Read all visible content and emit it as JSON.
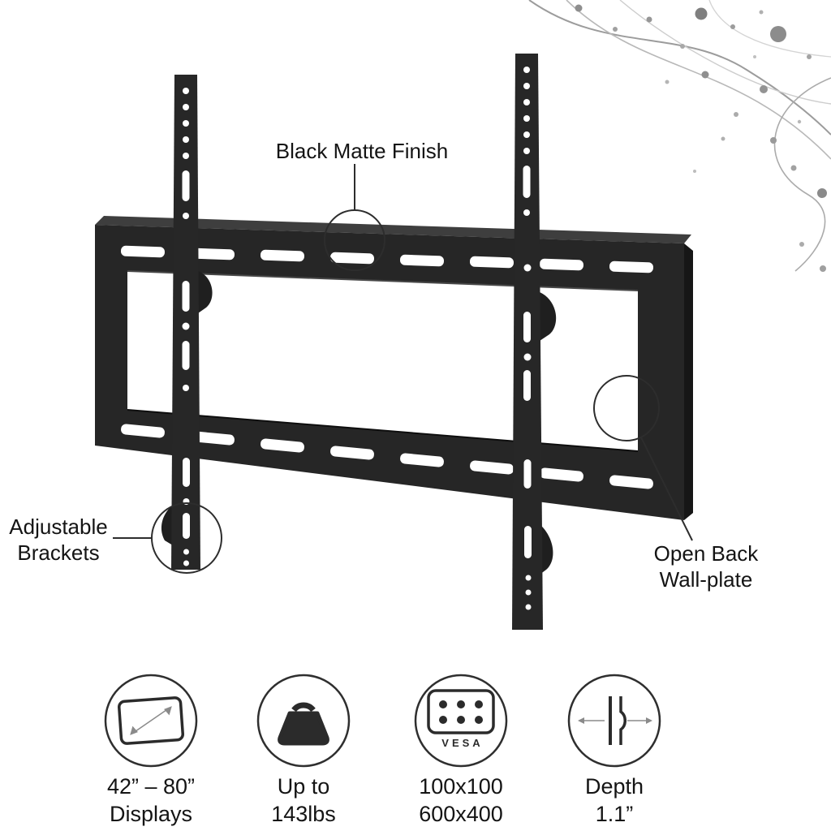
{
  "callouts": {
    "finish": {
      "label": "Black Matte Finish"
    },
    "brackets": {
      "line1": "Adjustable",
      "line2": "Brackets"
    },
    "wallplate": {
      "line1": "Open Back",
      "line2": "Wall-plate"
    }
  },
  "features": [
    {
      "icon": "display-size-icon",
      "line1": "42” – 80”",
      "line2": "Displays"
    },
    {
      "icon": "weight-icon",
      "line1": "Up to",
      "line2": "143lbs"
    },
    {
      "icon": "vesa-pattern-icon",
      "vesa_label": "VESA",
      "line1": "100x100",
      "line2": "600x400"
    },
    {
      "icon": "depth-icon",
      "line1": "Depth",
      "line2": "1.1”"
    }
  ],
  "colors": {
    "ink": "#141414",
    "mount_dark": "#262626",
    "outline": "#2d2d2d",
    "decor_gray": "#9a9a9a"
  }
}
